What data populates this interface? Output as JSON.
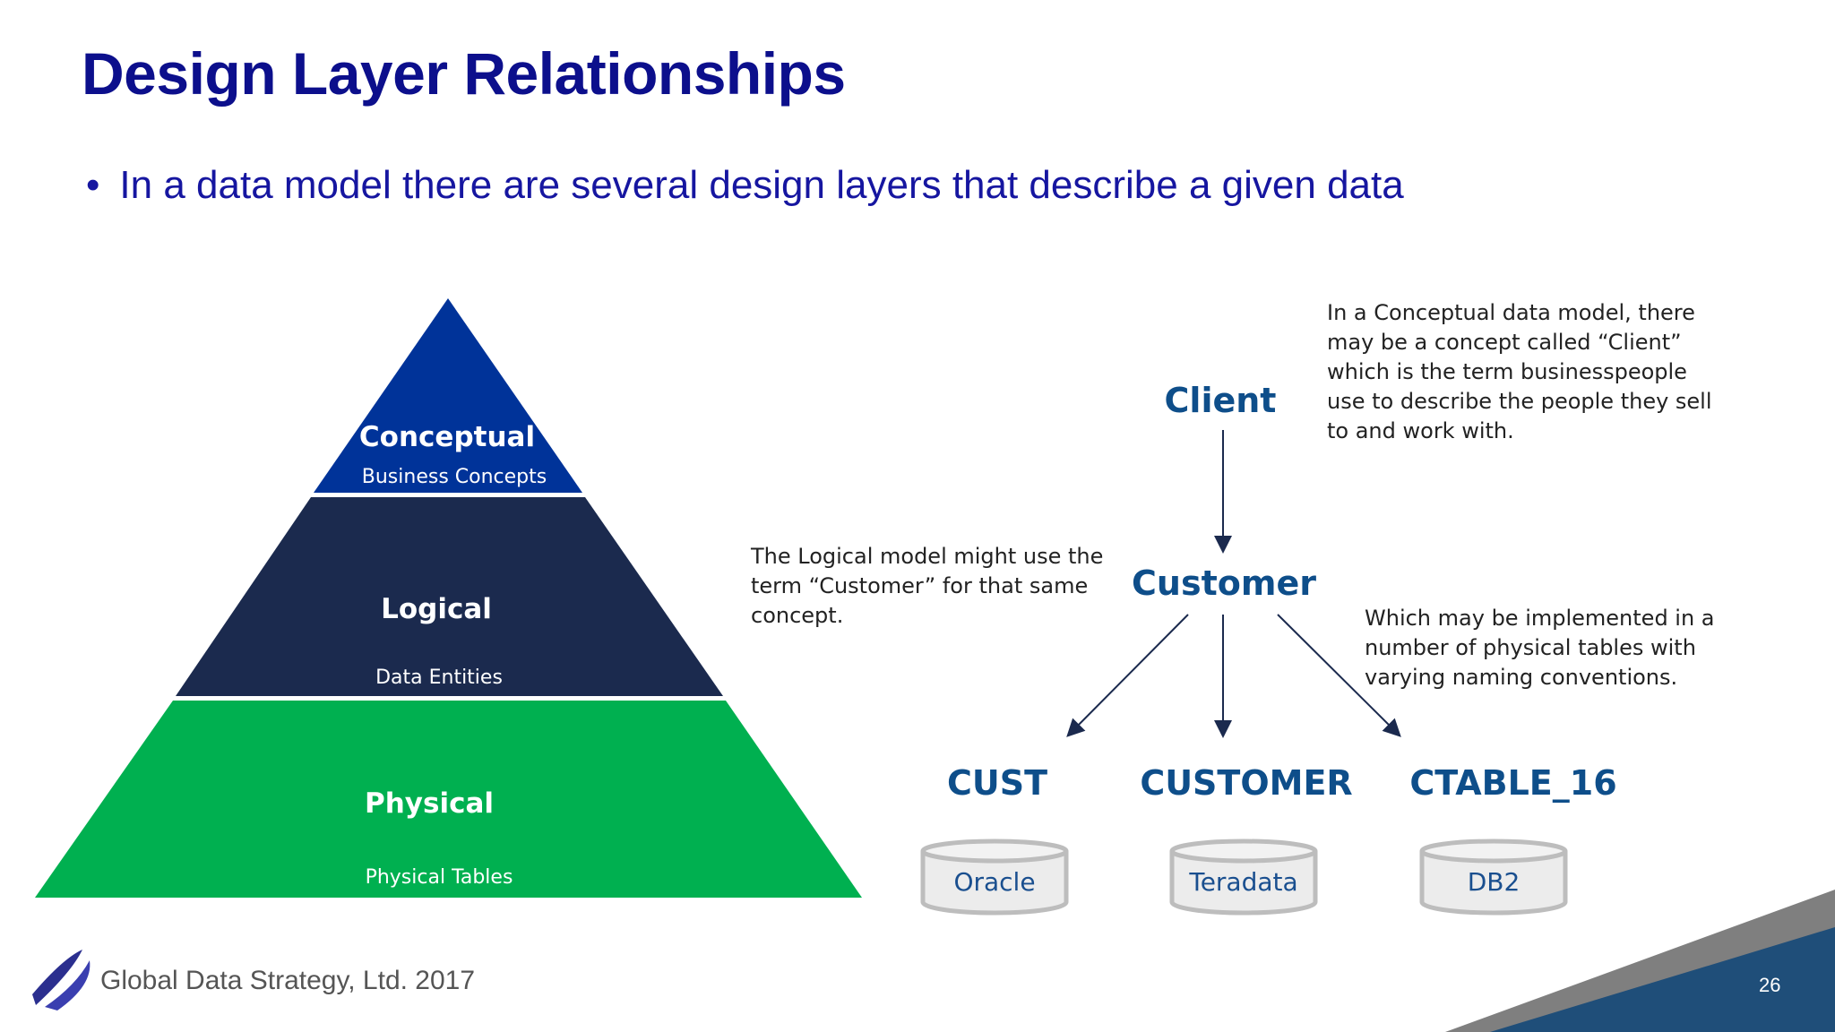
{
  "title": "Design Layer Relationships",
  "bullet": "In a data model there are several design layers that describe a given data",
  "pyramid": {
    "conceptual": {
      "label": "Conceptual",
      "sub": "Business Concepts"
    },
    "logical": {
      "label": "Logical",
      "sub": "Data Entities"
    },
    "physical": {
      "label": "Physical",
      "sub": "Physical Tables"
    }
  },
  "terms": {
    "client": "Client",
    "customer": "Customer",
    "physical": [
      "CUST",
      "CUSTOMER",
      "CTABLE_16"
    ]
  },
  "databases": [
    "Oracle",
    "Teradata",
    "DB2"
  ],
  "notes": {
    "conceptual": [
      "In a Conceptual data model, there",
      "may be a concept called “Client”",
      "which is the term businesspeople",
      "use to describe the people they sell",
      "to and work with."
    ],
    "logical": [
      "The Logical model might use the",
      "term “Customer” for that same",
      "concept."
    ],
    "physical": [
      "Which may be implemented in a",
      "number of physical tables with",
      "varying naming conventions."
    ]
  },
  "footer": {
    "company": "Global Data Strategy, Ltd. 2017",
    "page": "26"
  },
  "colors": {
    "title": "#0c0f8c",
    "conceptual": "#003399",
    "logical": "#1b2a4e",
    "physical": "#00b050",
    "corner_blue": "#1f4e79",
    "corner_gray": "#7f7f7f"
  }
}
